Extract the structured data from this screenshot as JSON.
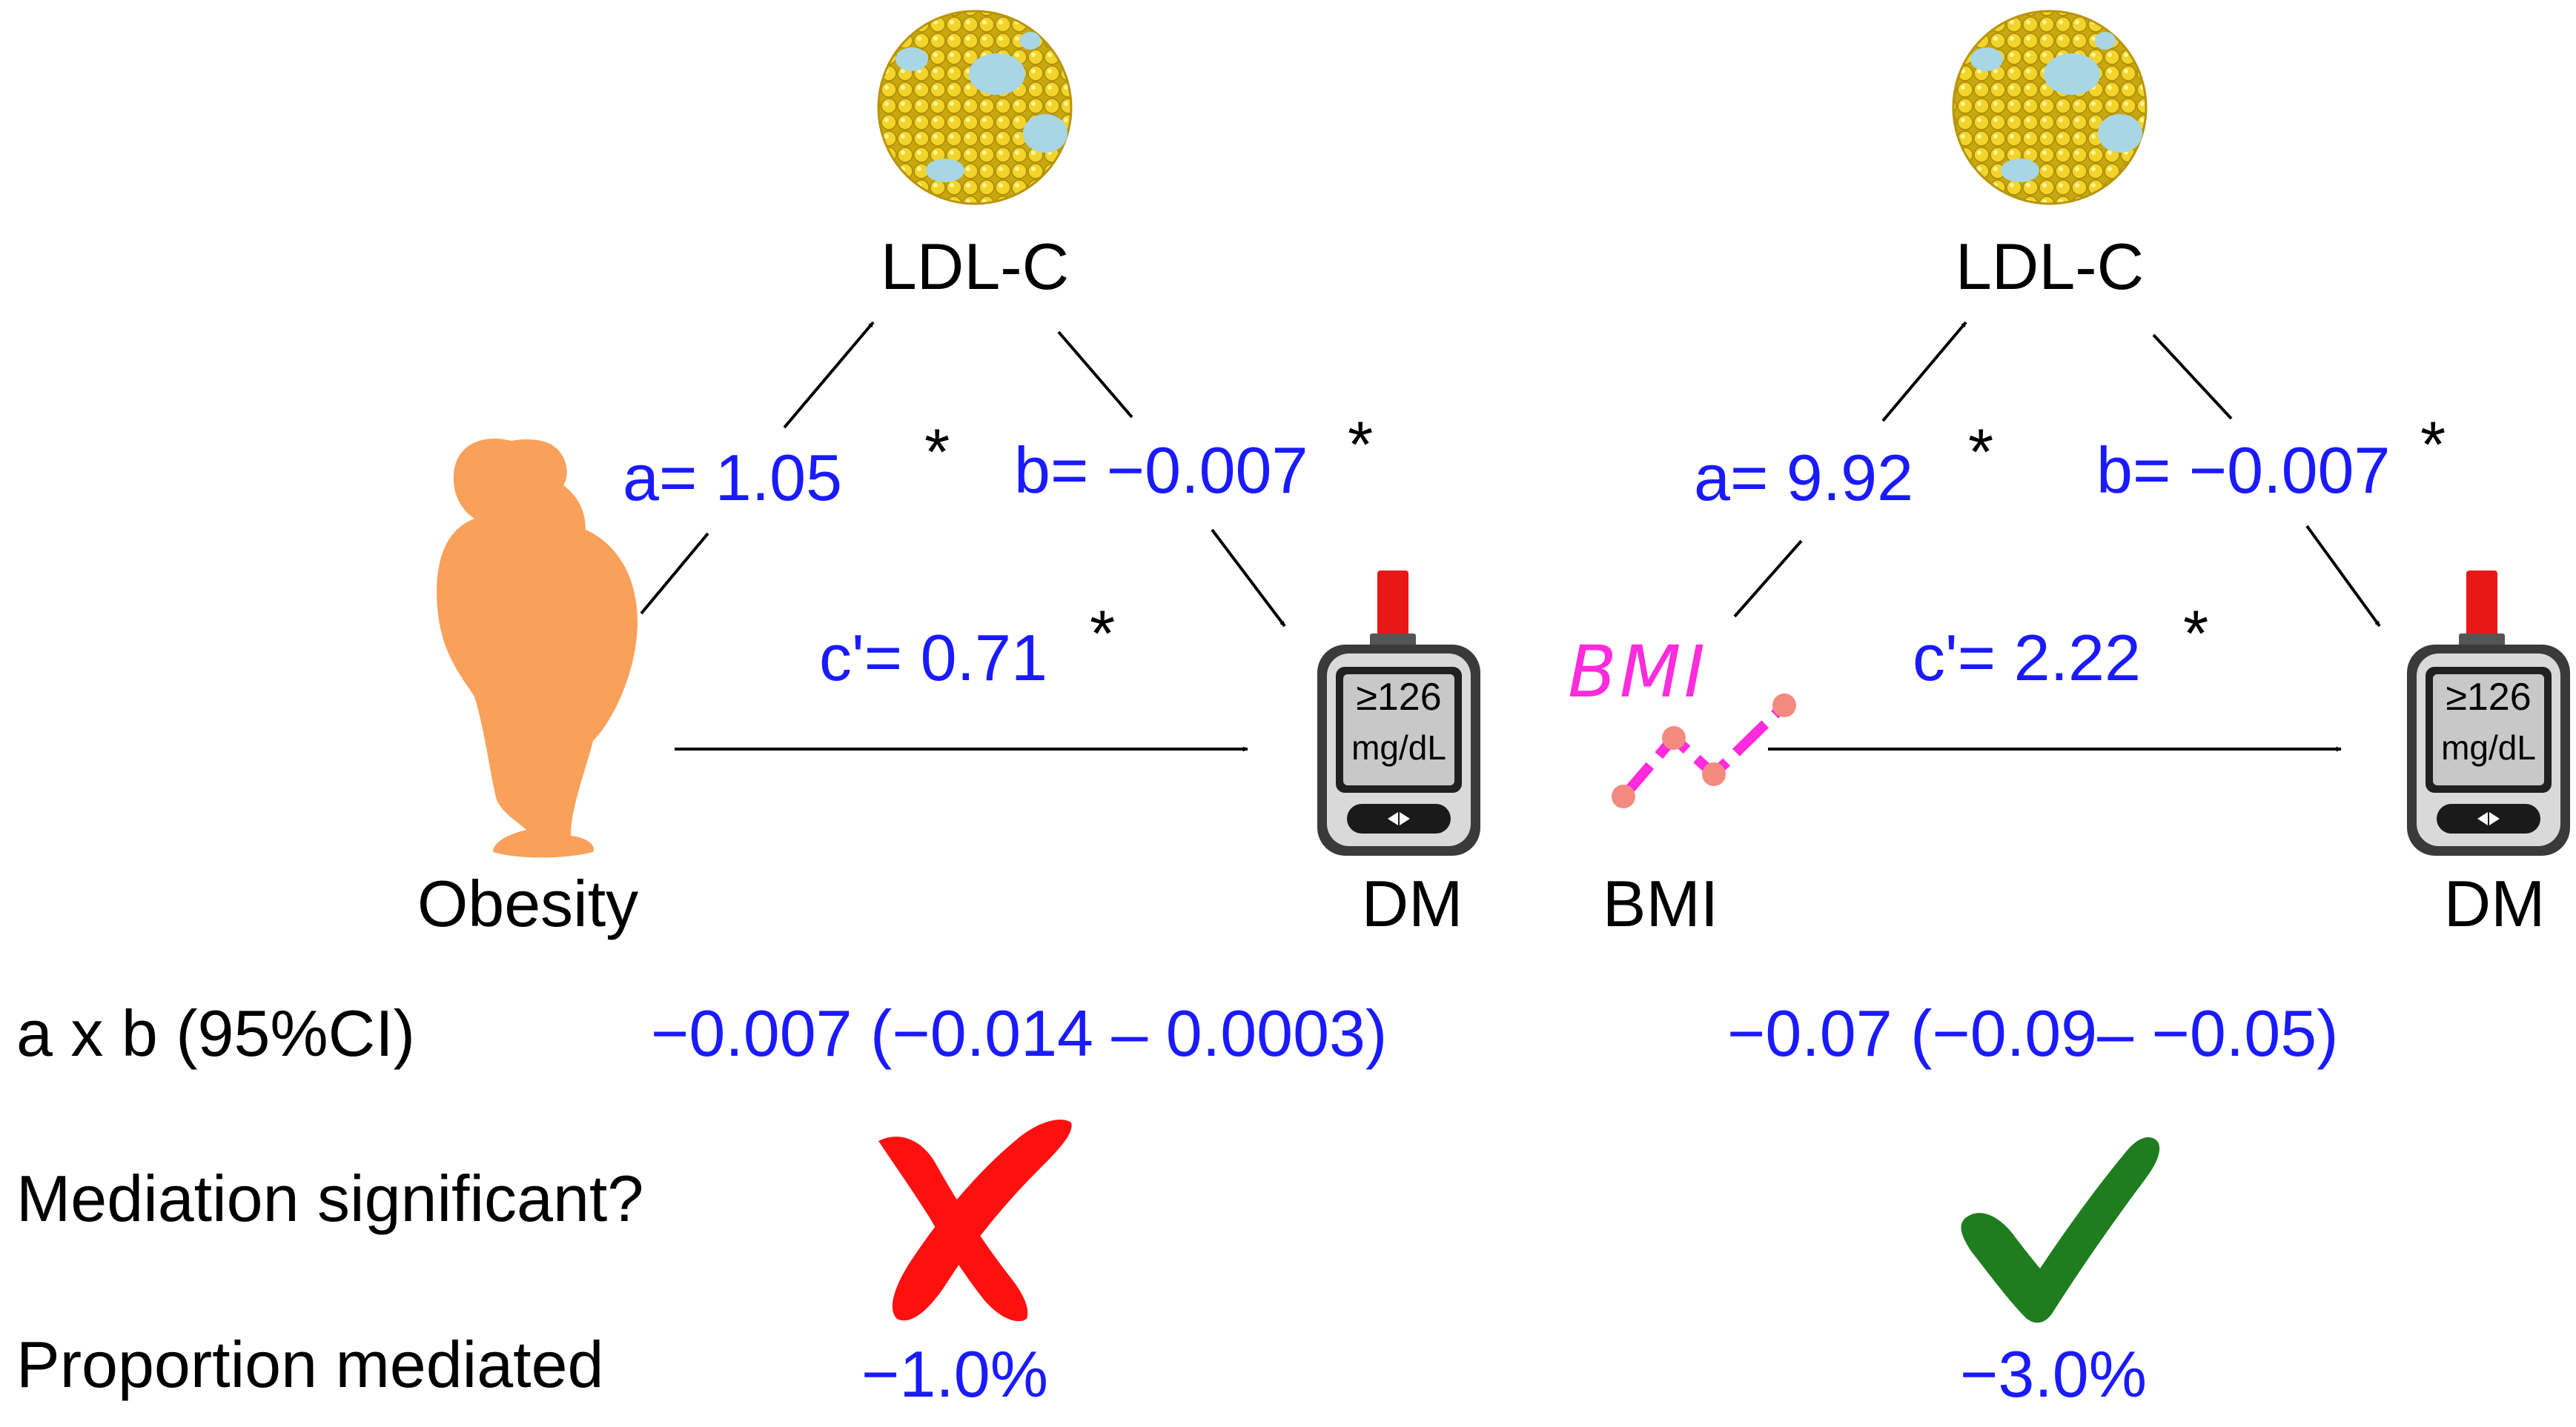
{
  "panels": [
    {
      "exposure": "Obesity",
      "mediator": "LDL-C",
      "outcome": "DM",
      "path_a": "a= 1.05",
      "path_b": "b= −0.007",
      "path_c": "c'= 0.71",
      "star": "*",
      "meter_line1": "≥126",
      "meter_line2": "mg/dL",
      "indirect_effect": "−0.007 (−0.014 – 0.0003)",
      "mediation_significant": "no",
      "mediation_icon": "red-cross-icon",
      "proportion_mediated": "−1.0%"
    },
    {
      "exposure": "BMI",
      "icon_text": "BMI",
      "mediator": "LDL-C",
      "outcome": "DM",
      "path_a": "a= 9.92",
      "path_b": "b= −0.007",
      "path_c": "c'= 2.22",
      "star": "*",
      "meter_line1": "≥126",
      "meter_line2": "mg/dL",
      "indirect_effect": "−0.07 (−0.09– −0.05)",
      "mediation_significant": "yes",
      "mediation_icon": "green-check-icon",
      "proportion_mediated": "−3.0%"
    }
  ],
  "rows": {
    "indirect_label": "a x b (95%CI)",
    "significance_label": "Mediation significant?",
    "proportion_label": "Proportion mediated"
  },
  "colors": {
    "value_text": "#1a1aff",
    "person": "#f9a15a",
    "lipoprotein": "#f2d42a",
    "droplet": "#a9d6e5",
    "bmi_graph": "#ff2bdc",
    "bmi_point": "#f28a80",
    "cross": "#ff1010",
    "check": "#1f7d1f",
    "meter_strip": "#e81818",
    "meter_screen": "#c8c8c8"
  }
}
